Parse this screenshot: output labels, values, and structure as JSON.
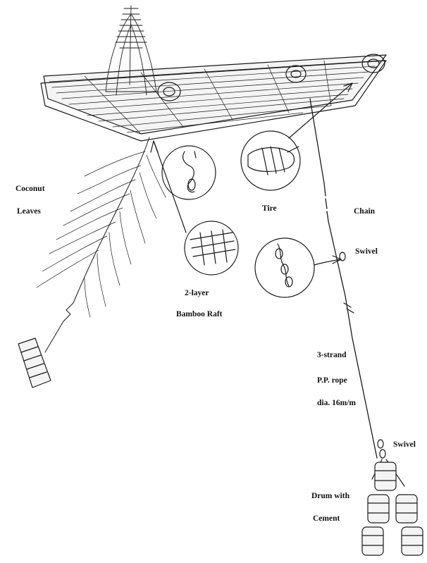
{
  "labels": {
    "coconut": "Coconut",
    "leaves": "Leaves",
    "tire": "Tire",
    "chain": "Chain",
    "swivel_top": "Swivel",
    "two_layer": "2-layer",
    "bamboo_raft": "Bamboo Raft",
    "three_strand": "3-strand",
    "pp_rope": "P.P. rope",
    "diameter": "dia. 16m/m",
    "swivel_bottom": "Swivel",
    "drum_with": "Drum with",
    "cement": "Cement"
  },
  "colors": {
    "ink": "#1a1a1a",
    "background": "#ffffff"
  }
}
